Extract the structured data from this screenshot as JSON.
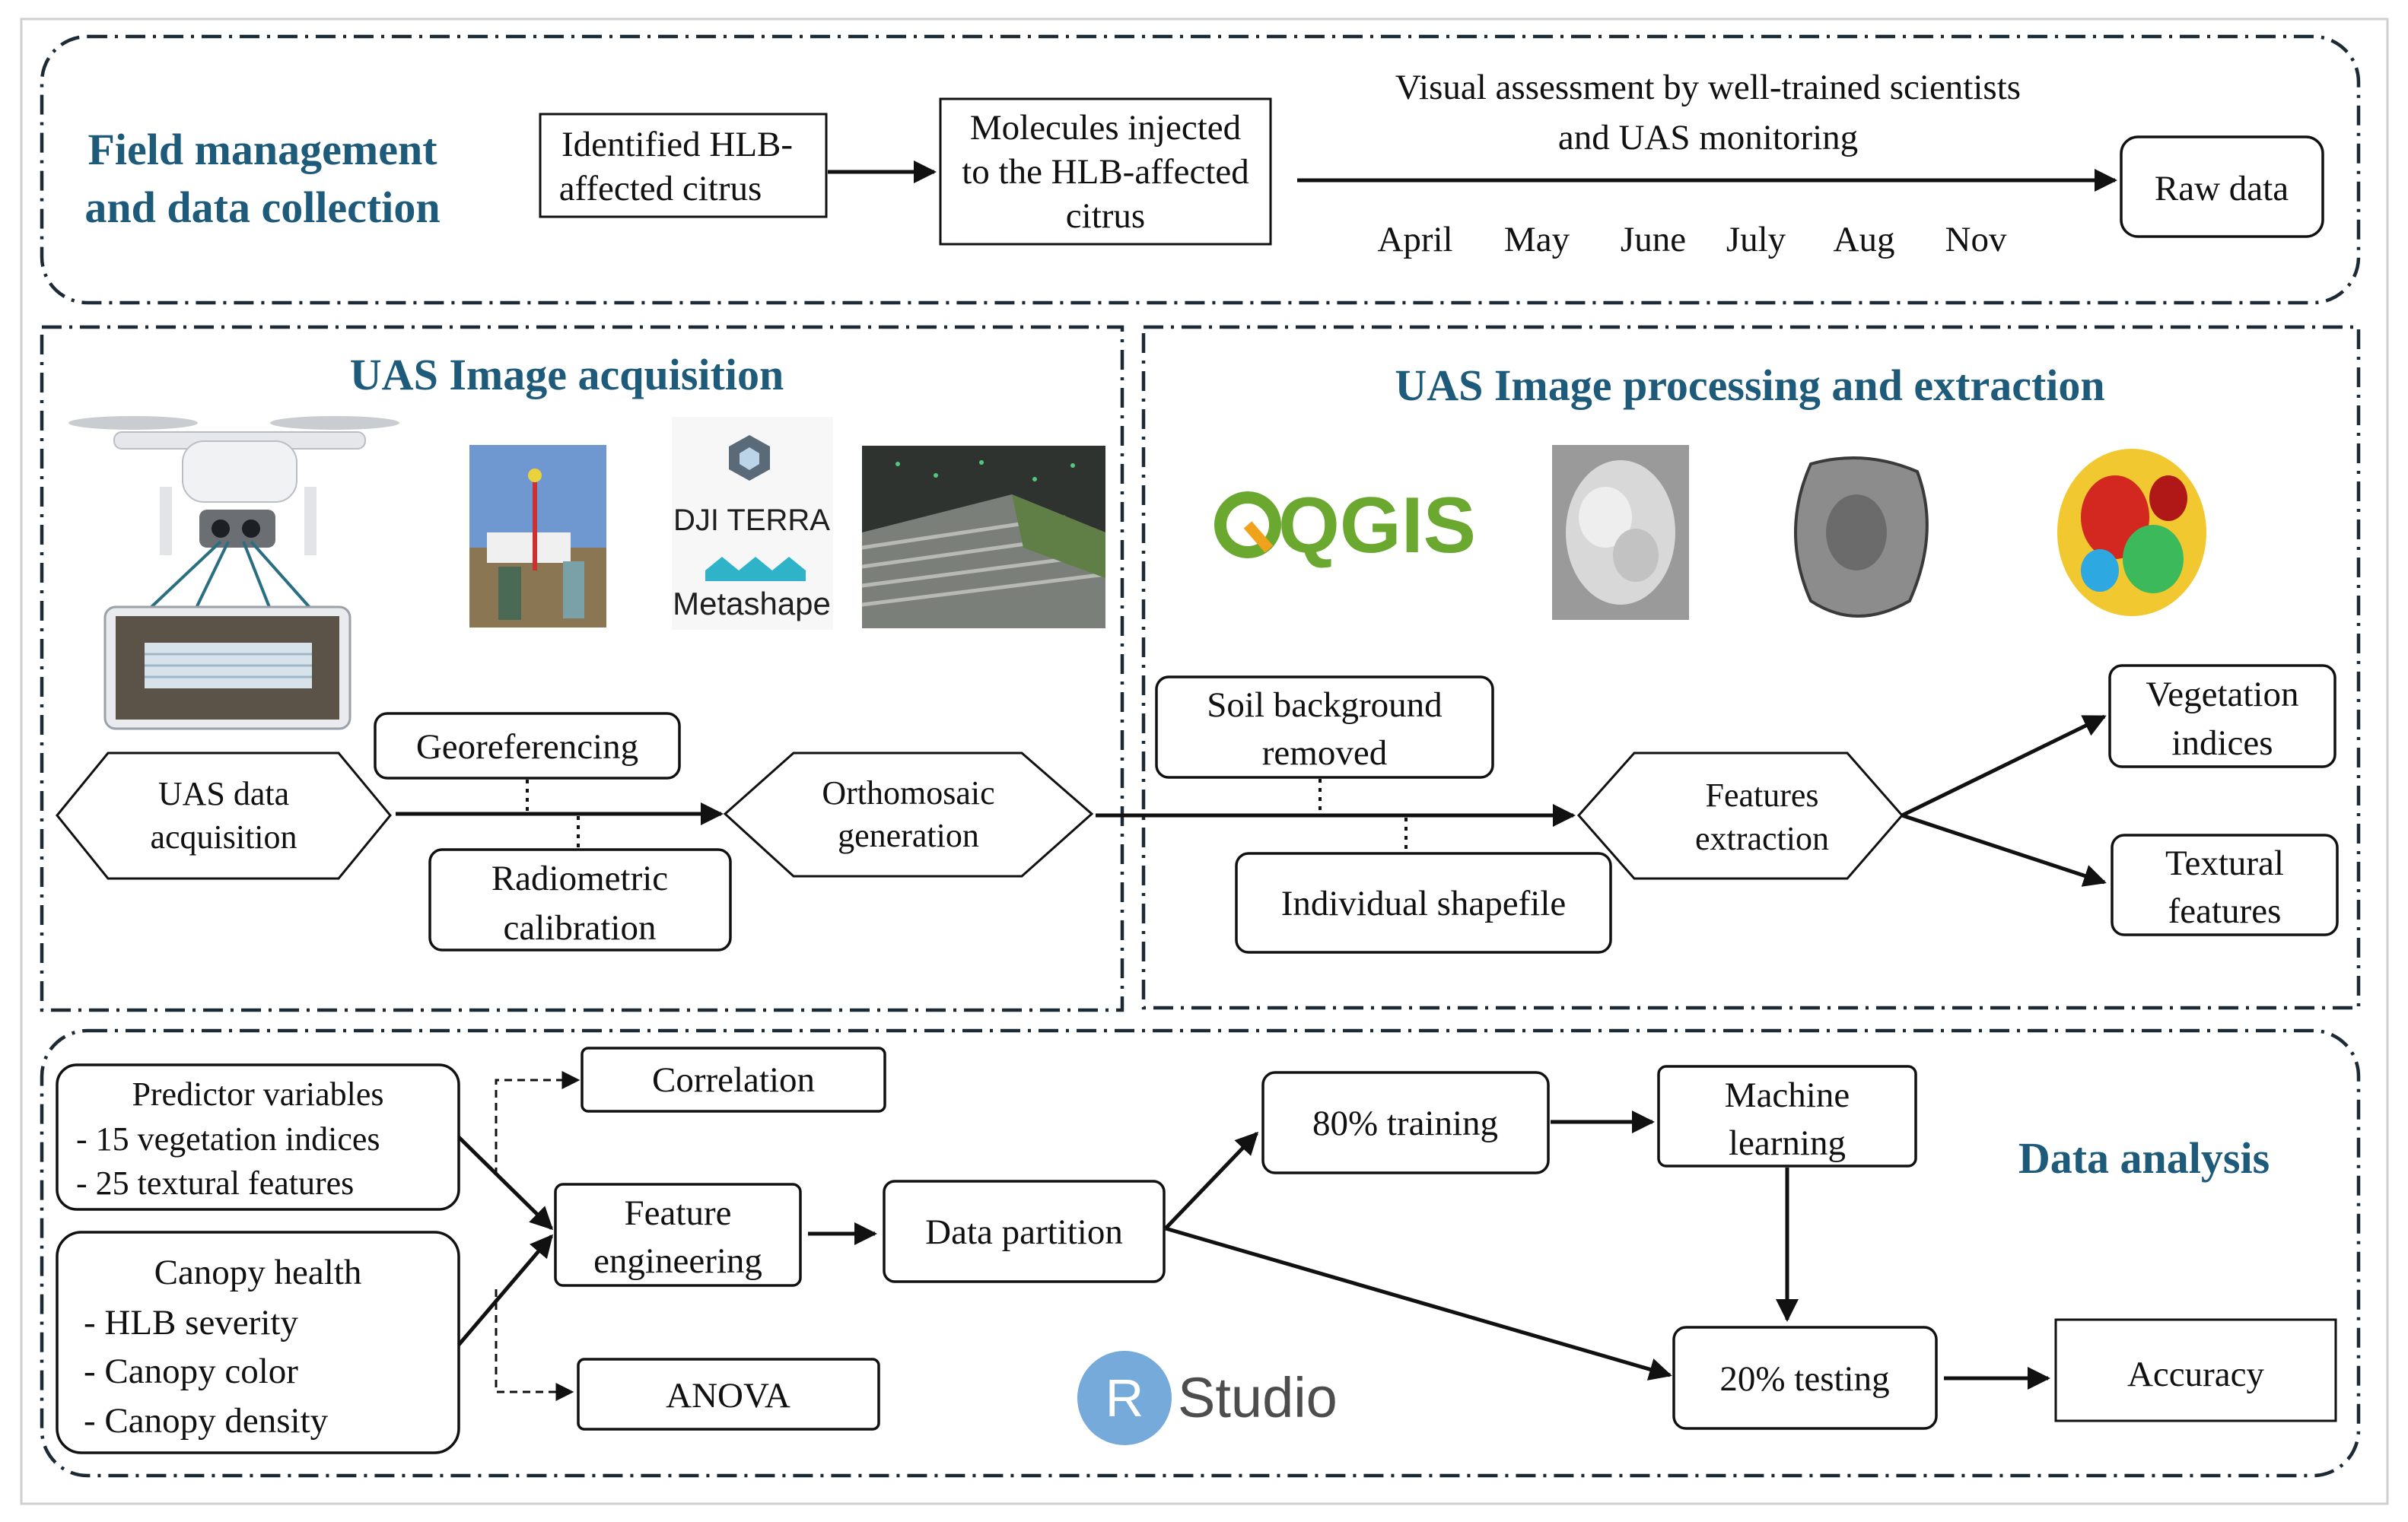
{
  "field": {
    "heading_line1": "Field management",
    "heading_line2": "and data collection",
    "box1_line1": "Identified HLB-",
    "box1_line2": "affected citrus",
    "box2_line1": "Molecules injected",
    "box2_line2": "to the HLB-affected",
    "box2_line3": "citrus",
    "assessment_line1": "Visual assessment by well-trained scientists",
    "assessment_line2": "and UAS monitoring",
    "raw_data": "Raw data",
    "months": [
      "April",
      "May",
      "June",
      "July",
      "Aug",
      "Nov"
    ]
  },
  "acquisition": {
    "heading": "UAS Image acquisition",
    "logo_dji_terra": "DJI TERRA",
    "logo_metashape": "Metashape",
    "uas_data_line1": "UAS data",
    "uas_data_line2": "acquisition",
    "georeferencing": "Georeferencing",
    "radiometric_line1": "Radiometric",
    "radiometric_line2": "calibration",
    "ortho_line1": "Orthomosaic",
    "ortho_line2": "generation"
  },
  "processing": {
    "heading": "UAS Image processing and extraction",
    "logo_qgis": "QGIS",
    "soil_line1": "Soil background",
    "soil_line2": "removed",
    "shapefile": "Individual shapefile",
    "features_line1": "Features",
    "features_line2": "extraction",
    "veg_line1": "Vegetation",
    "veg_line2": "indices",
    "tex_line1": "Textural",
    "tex_line2": "features"
  },
  "analysis": {
    "heading": "Data analysis",
    "predictor_title": "Predictor variables",
    "predictor_item1": "- 15 vegetation indices",
    "predictor_item2": "- 25 textural features",
    "canopy_title": "Canopy health",
    "canopy_item1": "- HLB severity",
    "canopy_item2": "- Canopy color",
    "canopy_item3": "- Canopy density",
    "correlation": "Correlation",
    "feature_eng_line1": "Feature",
    "feature_eng_line2": "engineering",
    "anova": "ANOVA",
    "data_partition": "Data partition",
    "training": "80% training",
    "testing": "20% testing",
    "ml_line1": "Machine",
    "ml_line2": "learning",
    "accuracy": "Accuracy",
    "rstudio_r": "R",
    "rstudio_text": "Studio"
  },
  "colors": {
    "heading": "#1e5a7a",
    "border": "#1c2a35",
    "qgis_green": "#6aa82f",
    "rstudio_blue": "#75aadb"
  }
}
